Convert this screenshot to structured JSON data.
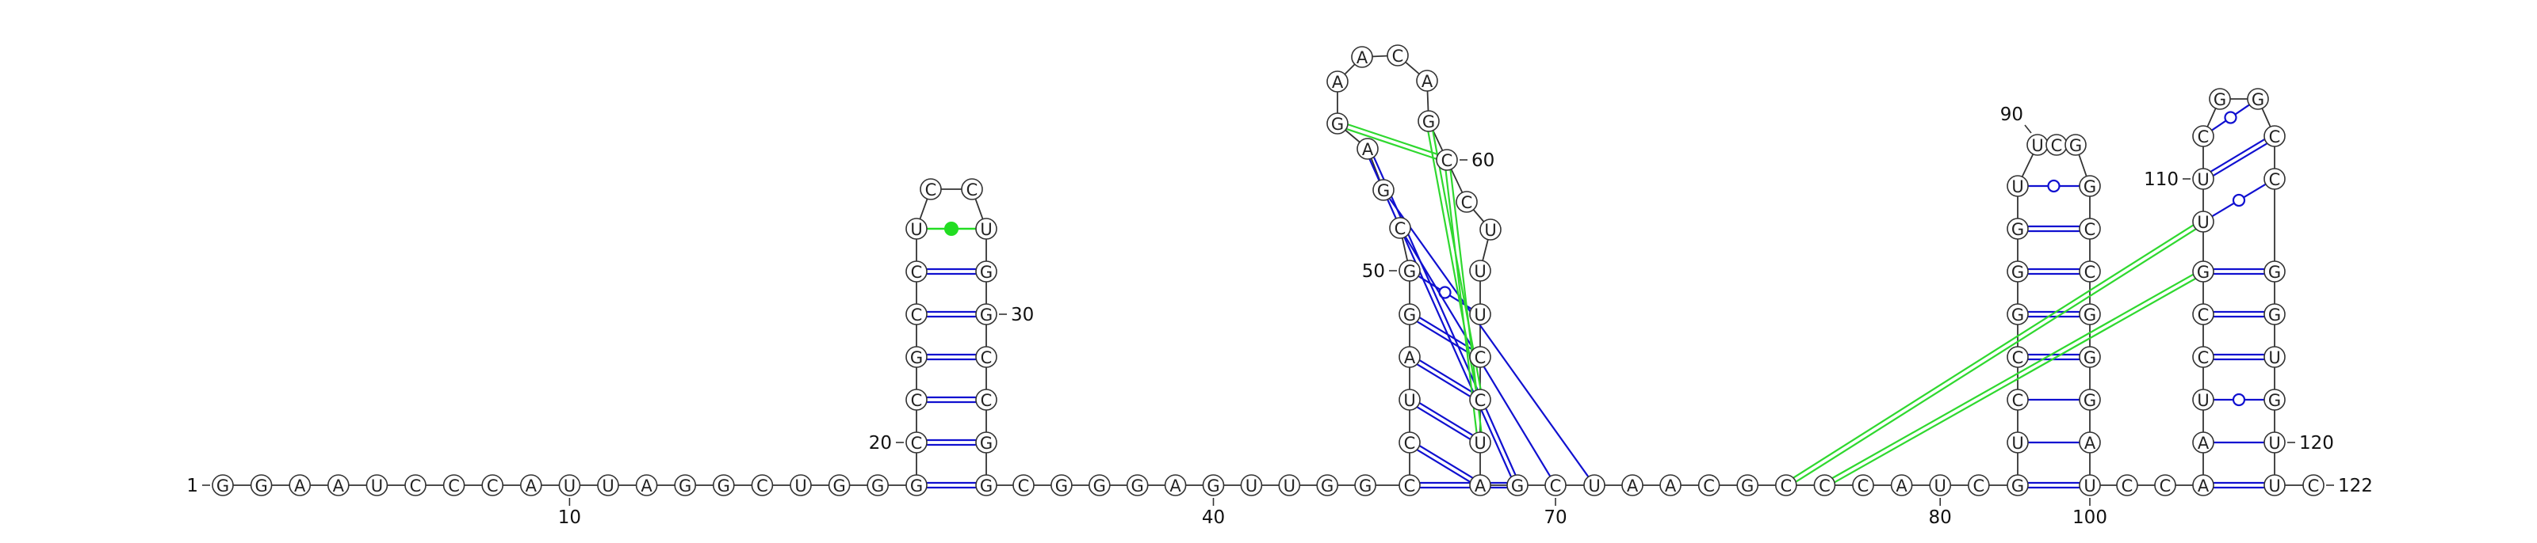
{
  "colors": {
    "watson_crick": "#1010d0",
    "wobble": "#1010d0",
    "pseudoknot": "#2fd82f",
    "mismatch": "#22dd22",
    "outline": "#333333"
  },
  "nucleotides": [
    {
      "n": 1,
      "b": "G"
    },
    {
      "n": 2,
      "b": "G"
    },
    {
      "n": 3,
      "b": "A"
    },
    {
      "n": 4,
      "b": "A"
    },
    {
      "n": 5,
      "b": "U"
    },
    {
      "n": 6,
      "b": "C"
    },
    {
      "n": 7,
      "b": "C"
    },
    {
      "n": 8,
      "b": "C"
    },
    {
      "n": 9,
      "b": "A"
    },
    {
      "n": 10,
      "b": "U"
    },
    {
      "n": 11,
      "b": "U"
    },
    {
      "n": 12,
      "b": "A"
    },
    {
      "n": 13,
      "b": "G"
    },
    {
      "n": 14,
      "b": "G"
    },
    {
      "n": 15,
      "b": "C"
    },
    {
      "n": 16,
      "b": "U"
    },
    {
      "n": 17,
      "b": "G"
    },
    {
      "n": 18,
      "b": "G"
    },
    {
      "n": 19,
      "b": "G"
    },
    {
      "n": 20,
      "b": "C"
    },
    {
      "n": 21,
      "b": "C"
    },
    {
      "n": 22,
      "b": "G"
    },
    {
      "n": 23,
      "b": "C"
    },
    {
      "n": 24,
      "b": "C"
    },
    {
      "n": 25,
      "b": "U"
    },
    {
      "n": 26,
      "b": "C"
    },
    {
      "n": 27,
      "b": "C"
    },
    {
      "n": 28,
      "b": "U"
    },
    {
      "n": 29,
      "b": "G"
    },
    {
      "n": 30,
      "b": "G"
    },
    {
      "n": 31,
      "b": "C"
    },
    {
      "n": 32,
      "b": "C"
    },
    {
      "n": 33,
      "b": "G"
    },
    {
      "n": 34,
      "b": "G"
    },
    {
      "n": 35,
      "b": "C"
    },
    {
      "n": 36,
      "b": "G"
    },
    {
      "n": 37,
      "b": "G"
    },
    {
      "n": 38,
      "b": "G"
    },
    {
      "n": 39,
      "b": "A"
    },
    {
      "n": 40,
      "b": "G"
    },
    {
      "n": 41,
      "b": "U"
    },
    {
      "n": 42,
      "b": "U"
    },
    {
      "n": 43,
      "b": "G"
    },
    {
      "n": 44,
      "b": "G"
    },
    {
      "n": 45,
      "b": "C"
    },
    {
      "n": 46,
      "b": "C"
    },
    {
      "n": 47,
      "b": "U"
    },
    {
      "n": 48,
      "b": "A"
    },
    {
      "n": 49,
      "b": "G"
    },
    {
      "n": 50,
      "b": "G"
    },
    {
      "n": 51,
      "b": "C"
    },
    {
      "n": 52,
      "b": "G"
    },
    {
      "n": 53,
      "b": "A"
    },
    {
      "n": 54,
      "b": "G"
    },
    {
      "n": 55,
      "b": "A"
    },
    {
      "n": 56,
      "b": "A"
    },
    {
      "n": 57,
      "b": "C"
    },
    {
      "n": 58,
      "b": "A"
    },
    {
      "n": 59,
      "b": "G"
    },
    {
      "n": 60,
      "b": "C"
    },
    {
      "n": 61,
      "b": "C"
    },
    {
      "n": 62,
      "b": "U"
    },
    {
      "n": 63,
      "b": "U"
    },
    {
      "n": 64,
      "b": "U"
    },
    {
      "n": 65,
      "b": "C"
    },
    {
      "n": 66,
      "b": "C"
    },
    {
      "n": 67,
      "b": "U"
    },
    {
      "n": 68,
      "b": "A"
    },
    {
      "n": 69,
      "b": "G"
    },
    {
      "n": 70,
      "b": "C"
    },
    {
      "n": 71,
      "b": "U"
    },
    {
      "n": 72,
      "b": "A"
    },
    {
      "n": 73,
      "b": "A"
    },
    {
      "n": 74,
      "b": "C"
    },
    {
      "n": 75,
      "b": "G"
    },
    {
      "n": 76,
      "b": "C"
    },
    {
      "n": 77,
      "b": "C"
    },
    {
      "n": 78,
      "b": "C"
    },
    {
      "n": 79,
      "b": "A"
    },
    {
      "n": 80,
      "b": "U"
    },
    {
      "n": 81,
      "b": "C"
    },
    {
      "n": 82,
      "b": "G"
    },
    {
      "n": 83,
      "b": "U"
    },
    {
      "n": 84,
      "b": "C"
    },
    {
      "n": 85,
      "b": "C"
    },
    {
      "n": 86,
      "b": "G"
    },
    {
      "n": 87,
      "b": "G"
    },
    {
      "n": 88,
      "b": "G"
    },
    {
      "n": 89,
      "b": "U"
    },
    {
      "n": 90,
      "b": "U"
    },
    {
      "n": 91,
      "b": "C"
    },
    {
      "n": 92,
      "b": "G"
    },
    {
      "n": 93,
      "b": "G"
    },
    {
      "n": 94,
      "b": "C"
    },
    {
      "n": 95,
      "b": "C"
    },
    {
      "n": 96,
      "b": "G"
    },
    {
      "n": 97,
      "b": "G"
    },
    {
      "n": 98,
      "b": "G"
    },
    {
      "n": 99,
      "b": "A"
    },
    {
      "n": 100,
      "b": "U"
    },
    {
      "n": 101,
      "b": "C"
    },
    {
      "n": 102,
      "b": "C"
    },
    {
      "n": 103,
      "b": "A"
    },
    {
      "n": 104,
      "b": "A"
    },
    {
      "n": 105,
      "b": "U"
    },
    {
      "n": 106,
      "b": "C"
    },
    {
      "n": 107,
      "b": "C"
    },
    {
      "n": 108,
      "b": "G"
    },
    {
      "n": 109,
      "b": "U"
    },
    {
      "n": 110,
      "b": "U"
    },
    {
      "n": 111,
      "b": "C"
    },
    {
      "n": 112,
      "b": "G"
    },
    {
      "n": 113,
      "b": "G"
    },
    {
      "n": 114,
      "b": "C"
    },
    {
      "n": 115,
      "b": "C"
    },
    {
      "n": 116,
      "b": "G"
    },
    {
      "n": 117,
      "b": "G"
    },
    {
      "n": 118,
      "b": "U"
    },
    {
      "n": 119,
      "b": "G"
    },
    {
      "n": 120,
      "b": "U"
    },
    {
      "n": 121,
      "b": "U"
    },
    {
      "n": 122,
      "b": "C"
    }
  ],
  "base_pairs": [
    {
      "i": 19,
      "j": 34,
      "type": "wc"
    },
    {
      "i": 20,
      "j": 33,
      "type": "wc"
    },
    {
      "i": 21,
      "j": 32,
      "type": "wc"
    },
    {
      "i": 22,
      "j": 31,
      "type": "wc"
    },
    {
      "i": 23,
      "j": 30,
      "type": "wc"
    },
    {
      "i": 24,
      "j": 29,
      "type": "wc"
    },
    {
      "i": 25,
      "j": 28,
      "type": "mismatch"
    },
    {
      "i": 45,
      "j": 69,
      "type": "wc"
    },
    {
      "i": 46,
      "j": 68,
      "type": "wc"
    },
    {
      "i": 47,
      "j": 67,
      "type": "wc"
    },
    {
      "i": 48,
      "j": 66,
      "type": "wc"
    },
    {
      "i": 49,
      "j": 65,
      "type": "wc"
    },
    {
      "i": 50,
      "j": 64,
      "type": "wobble"
    },
    {
      "i": 51,
      "j": 70,
      "type": "single"
    },
    {
      "i": 52,
      "j": 71,
      "type": "single"
    },
    {
      "i": 53,
      "j": 69,
      "type": "wc"
    },
    {
      "i": 54,
      "j": 60,
      "type": "pk"
    },
    {
      "i": 59,
      "j": 66,
      "type": "pk"
    },
    {
      "i": 60,
      "j": 67,
      "type": "pk"
    },
    {
      "i": 82,
      "j": 100,
      "type": "wc"
    },
    {
      "i": 83,
      "j": 99,
      "type": "single"
    },
    {
      "i": 84,
      "j": 98,
      "type": "single"
    },
    {
      "i": 85,
      "j": 97,
      "type": "wc"
    },
    {
      "i": 86,
      "j": 96,
      "type": "wc"
    },
    {
      "i": 87,
      "j": 95,
      "type": "wc"
    },
    {
      "i": 88,
      "j": 94,
      "type": "wc"
    },
    {
      "i": 89,
      "j": 93,
      "type": "wobble"
    },
    {
      "i": 103,
      "j": 121,
      "type": "wc"
    },
    {
      "i": 104,
      "j": 120,
      "type": "single"
    },
    {
      "i": 105,
      "j": 119,
      "type": "wobble"
    },
    {
      "i": 106,
      "j": 118,
      "type": "wc"
    },
    {
      "i": 107,
      "j": 117,
      "type": "wc"
    },
    {
      "i": 108,
      "j": 116,
      "type": "wc"
    },
    {
      "i": 109,
      "j": 115,
      "type": "wobble"
    },
    {
      "i": 110,
      "j": 114,
      "type": "wc"
    },
    {
      "i": 111,
      "j": 113,
      "type": "wobble"
    },
    {
      "i": 76,
      "j": 109,
      "type": "pk"
    },
    {
      "i": 77,
      "j": 108,
      "type": "pk"
    }
  ],
  "number_labels": [
    {
      "n": 1,
      "text": "1"
    },
    {
      "n": 10,
      "text": "10"
    },
    {
      "n": 20,
      "text": "20"
    },
    {
      "n": 30,
      "text": "30"
    },
    {
      "n": 40,
      "text": "40"
    },
    {
      "n": 50,
      "text": "50"
    },
    {
      "n": 60,
      "text": "60"
    },
    {
      "n": 70,
      "text": "70"
    },
    {
      "n": 80,
      "text": "80"
    },
    {
      "n": 90,
      "text": "90"
    },
    {
      "n": 100,
      "text": "100"
    },
    {
      "n": 110,
      "text": "110"
    },
    {
      "n": 120,
      "text": "120"
    },
    {
      "n": 122,
      "text": "122"
    }
  ]
}
